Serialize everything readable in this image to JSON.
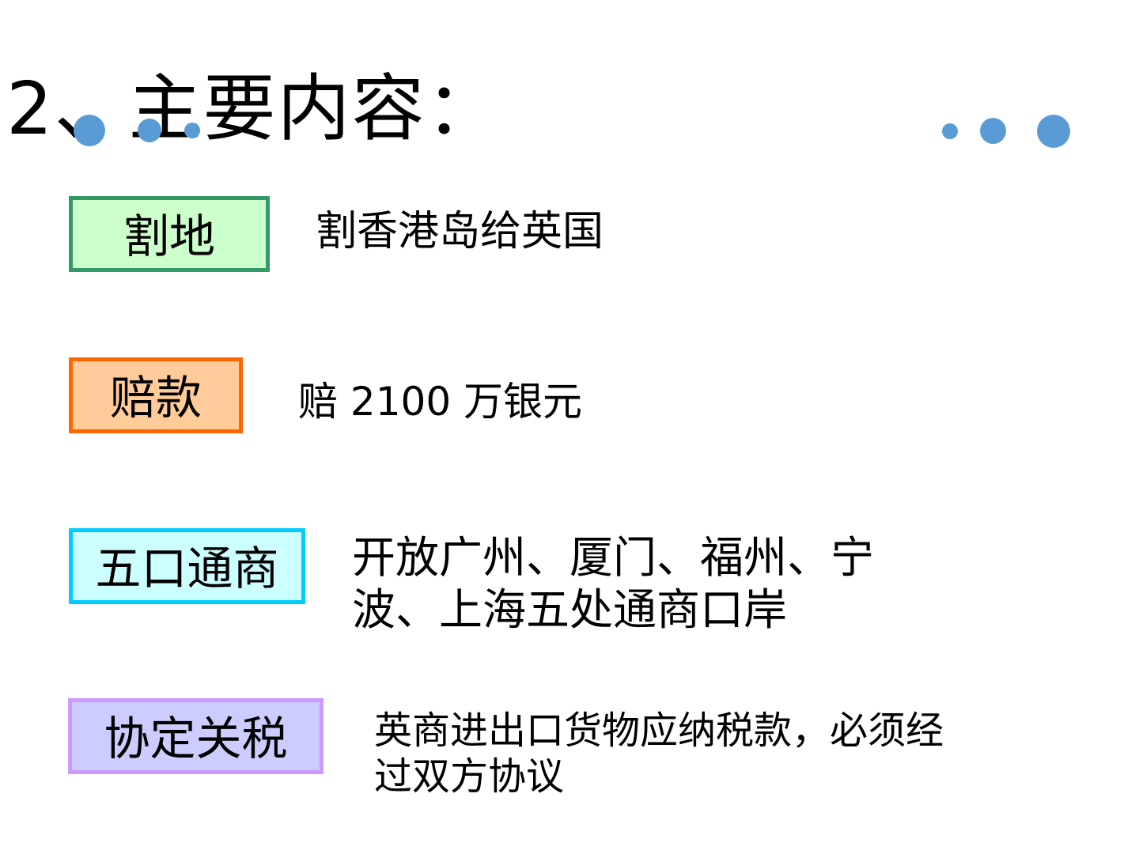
{
  "slide": {
    "title": "2、主要内容："
  },
  "decor": {
    "dot_color": "#5b9bd5",
    "dot_icon": "circle-dot"
  },
  "items": [
    {
      "label": "割地",
      "box_bg": "#ccffcc",
      "box_border": "#339966",
      "lines": [
        "割香港岛给英国"
      ]
    },
    {
      "label": "赔款",
      "box_bg": "#ffcc99",
      "box_border": "#ff6600",
      "lines": [
        "赔 2100 万银元"
      ]
    },
    {
      "label": "五口通商",
      "box_bg": "#ccffff",
      "box_border": "#00ccff",
      "lines": [
        "开放广州、厦门、福州、宁",
        "波、上海五处通商口岸"
      ]
    },
    {
      "label": "协定关税",
      "box_bg": "#ccccff",
      "box_border": "#cc99ff",
      "lines": [
        "英商进出口货物应纳税款，必须经",
        "过双方协议"
      ]
    }
  ]
}
